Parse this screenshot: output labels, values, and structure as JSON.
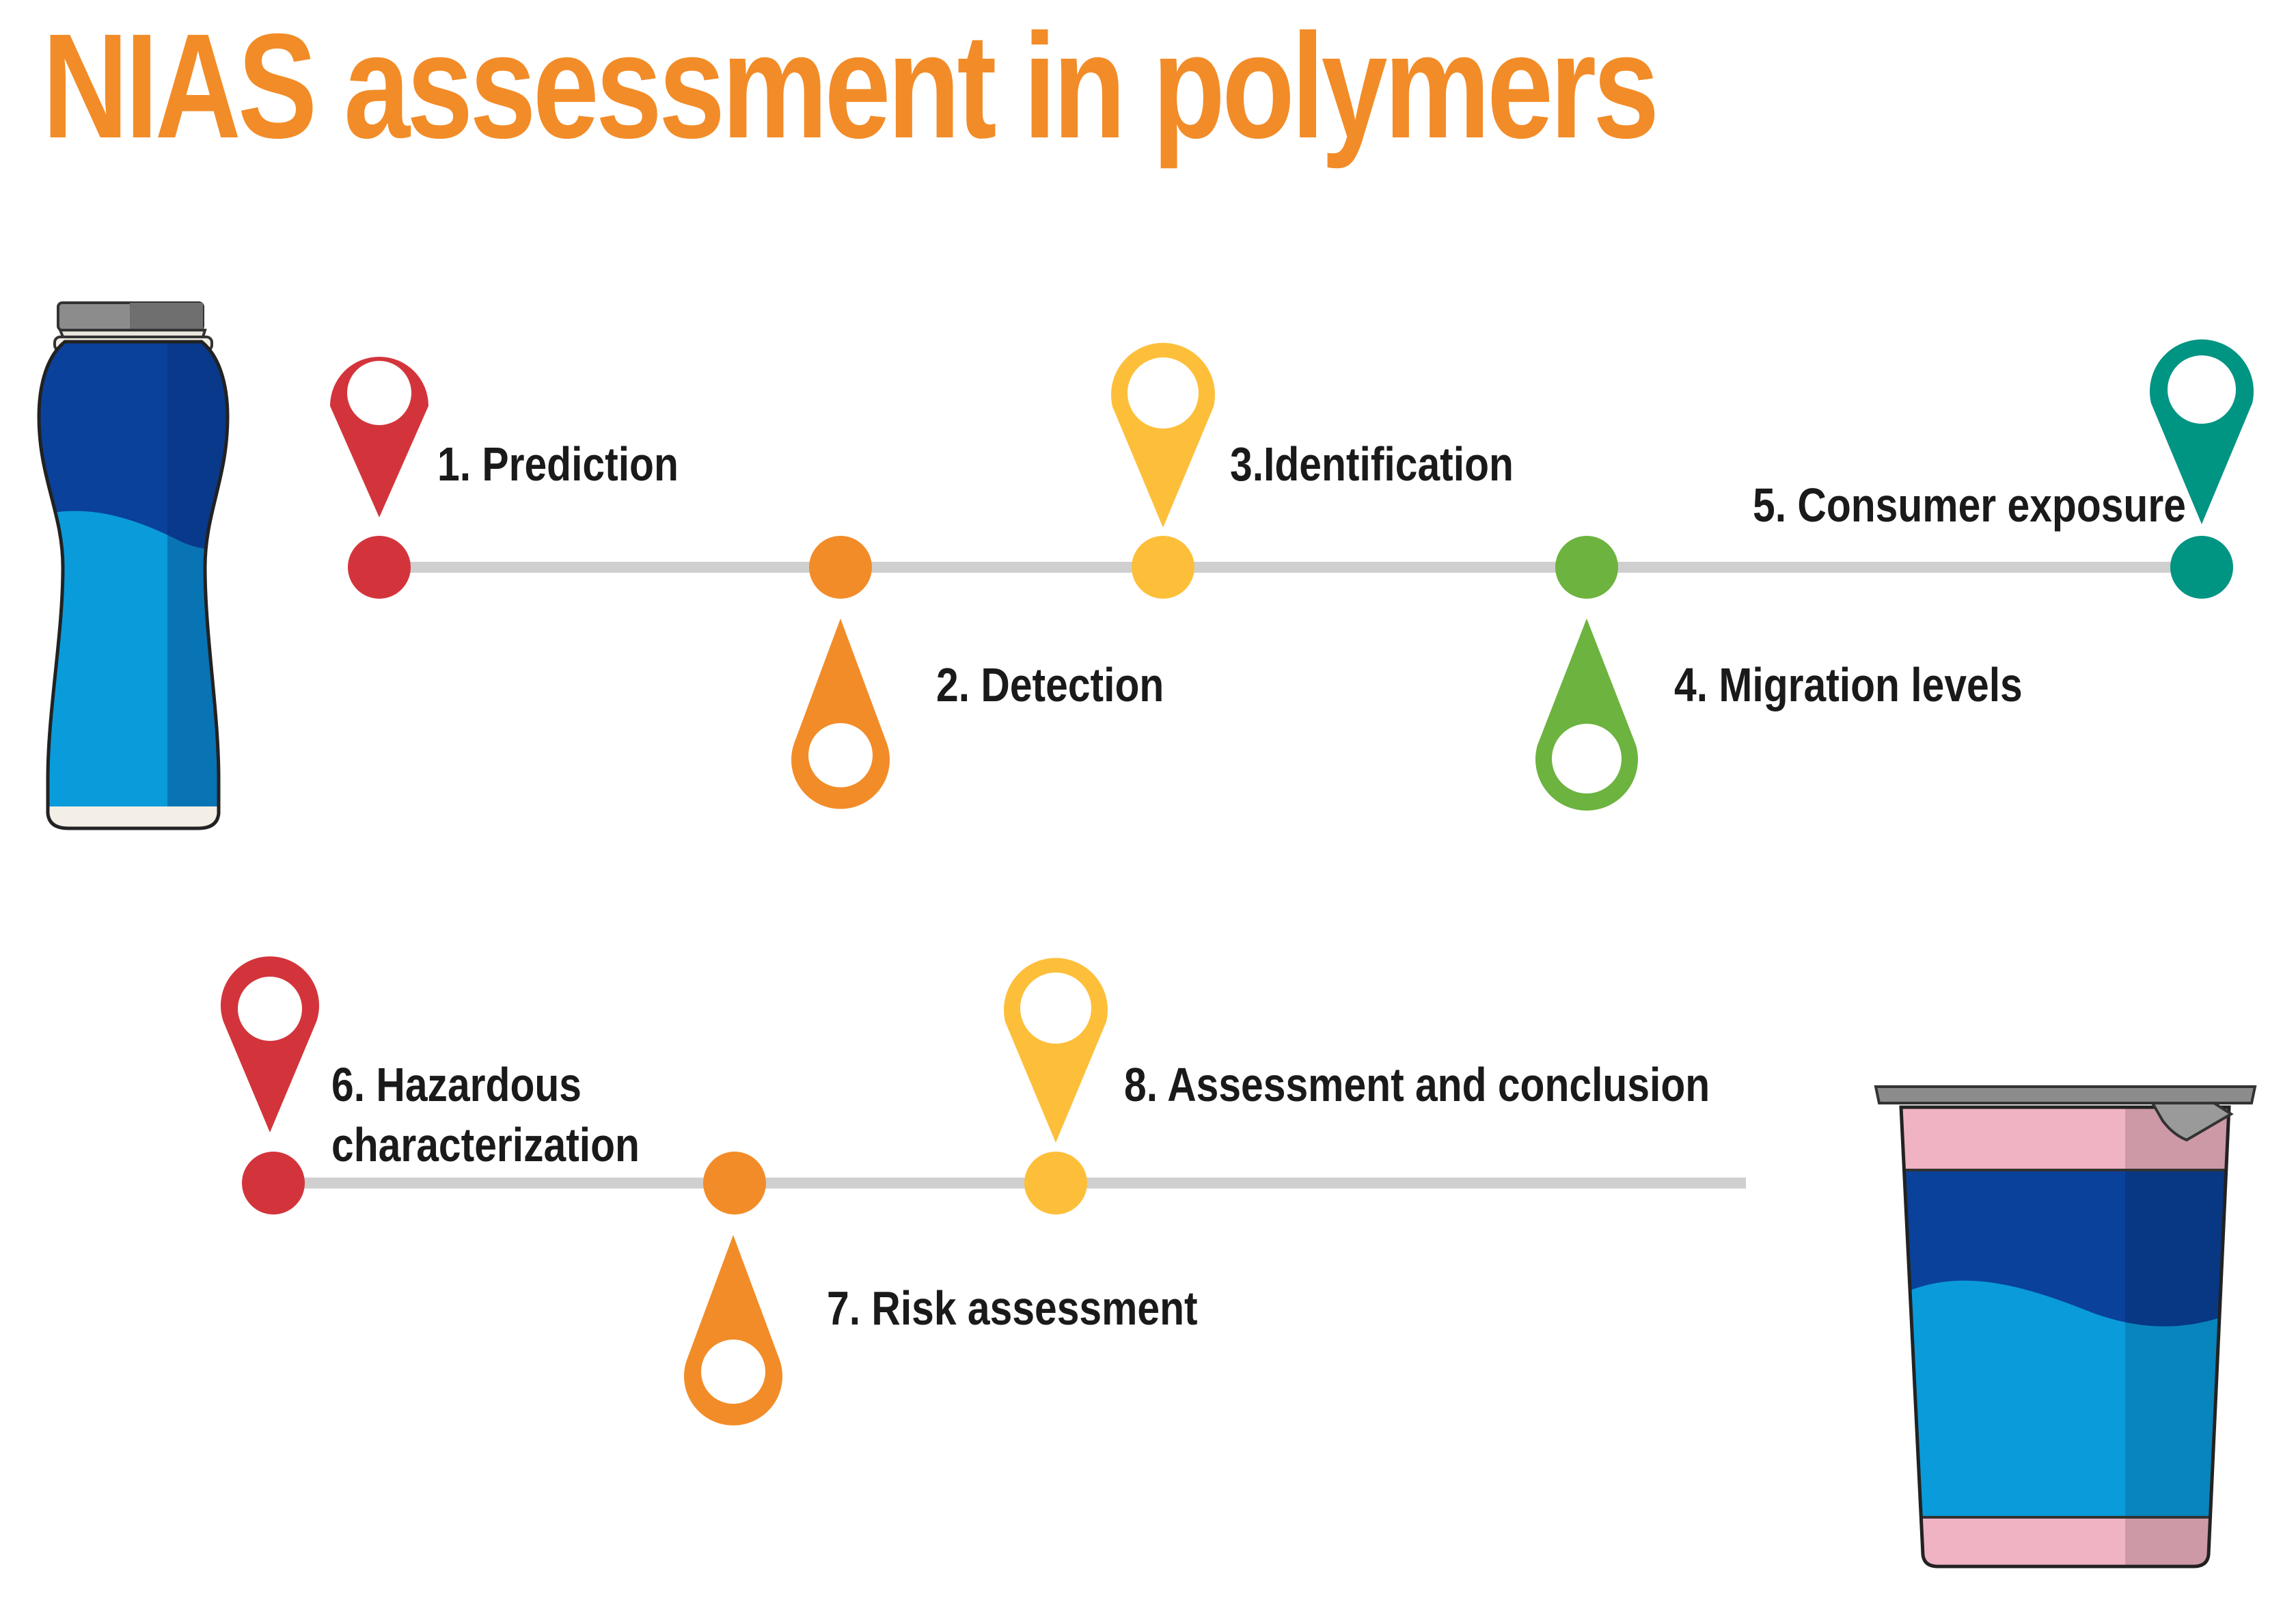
{
  "title": "NIAS assessment in polymers",
  "colors": {
    "red": "#D3343B",
    "orange": "#F28C28",
    "yellow": "#FDBF3A",
    "green": "#6DB33F",
    "teal": "#009482",
    "line": "#CFCFCF",
    "bottle_dark_blue": "#0A419A",
    "bottle_light_blue": "#0A9BDB",
    "cup_pink": "#EFB3C3"
  },
  "steps": [
    {
      "label": "1. Prediction",
      "color": "red"
    },
    {
      "label": "2. Detection",
      "color": "orange"
    },
    {
      "label": "3.Identification",
      "color": "yellow"
    },
    {
      "label": "4. Migration levels",
      "color": "green"
    },
    {
      "label": "5. Consumer exposure",
      "color": "teal"
    },
    {
      "label_line1": "6. Hazardous",
      "label_line2": "characterization",
      "color": "red"
    },
    {
      "label": "7. Risk assessment",
      "color": "orange"
    },
    {
      "label": "8. Assessment and conclusion",
      "color": "yellow"
    }
  ],
  "icons": {
    "bottle": "drink-bottle-icon",
    "cup": "yogurt-cup-icon",
    "marker": "map-pin-icon"
  }
}
